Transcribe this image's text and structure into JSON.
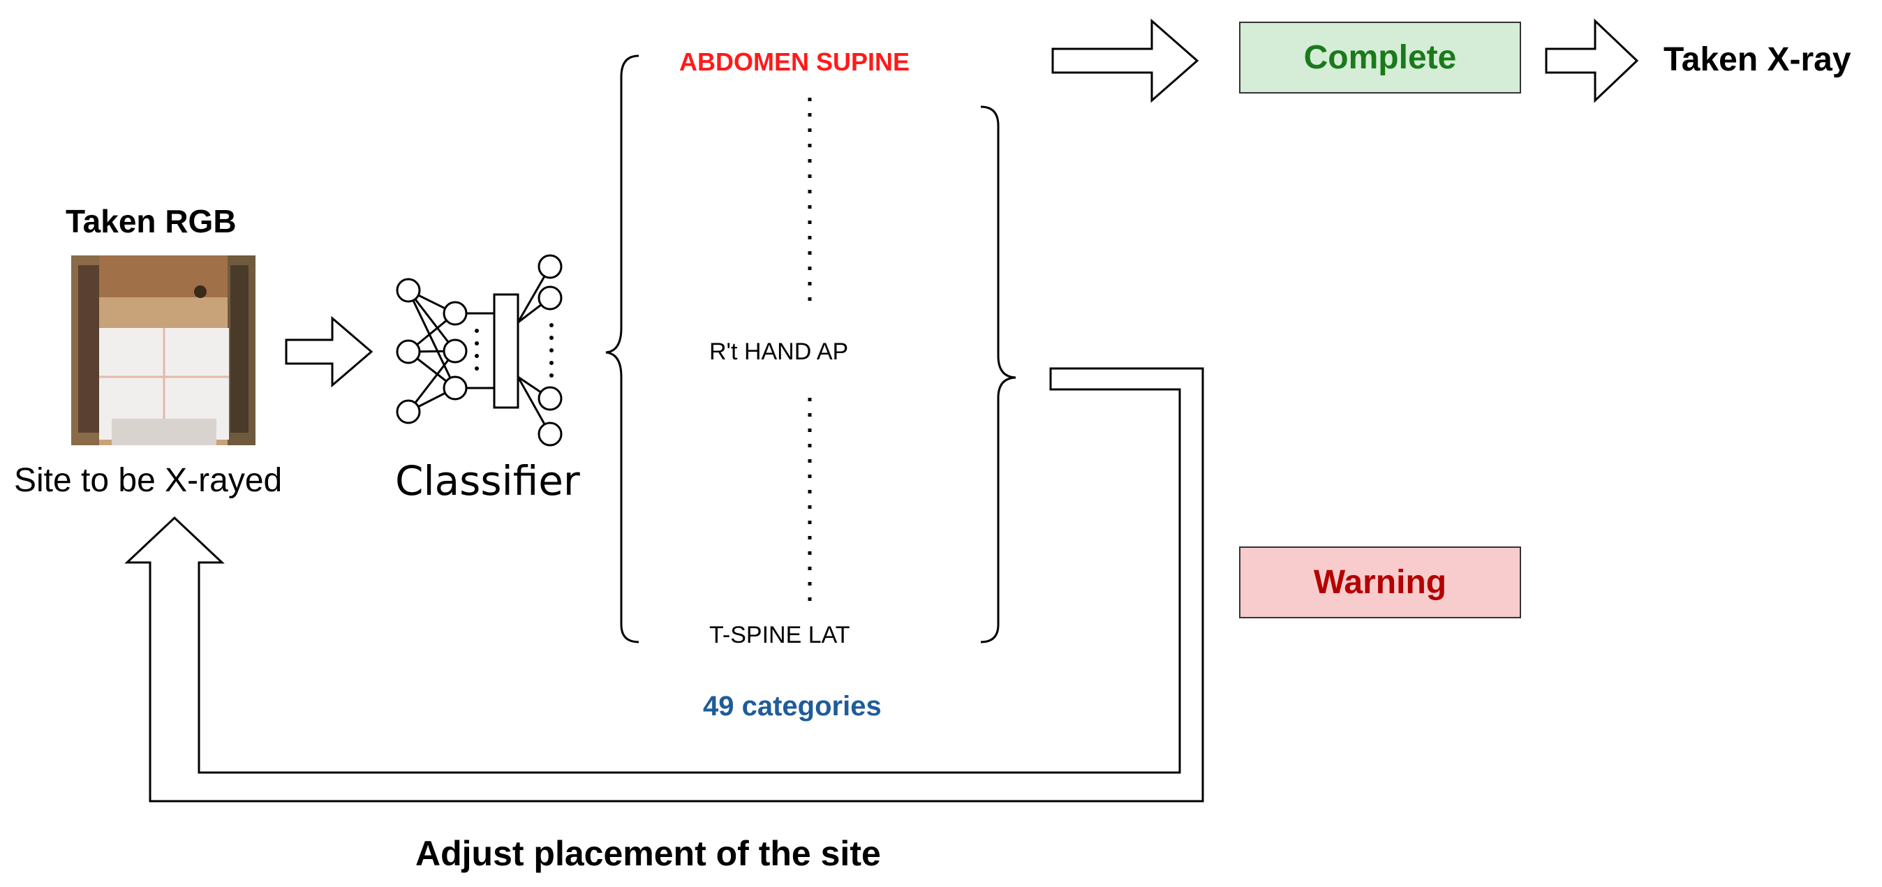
{
  "input": {
    "title": "Taken RGB",
    "caption": "Site to be X-rayed"
  },
  "classifier": {
    "label": "Classifier"
  },
  "categories": {
    "first": "ABDOMEN SUPINE",
    "middle": "R't HAND AP",
    "last": "T-SPINE LAT",
    "count_label": "49 categories"
  },
  "outputs": {
    "complete": "Complete",
    "result": "Taken X-ray",
    "warning": "Warning"
  },
  "feedback": {
    "label": "Adjust placement of the site"
  },
  "colors": {
    "highlight_red": "#ff1a1a",
    "count_blue": "#1f5c99",
    "complete_fill": "#d5ecd7",
    "complete_text": "#1a7a1a",
    "warning_fill": "#f8cccc",
    "warning_text": "#b30000"
  }
}
